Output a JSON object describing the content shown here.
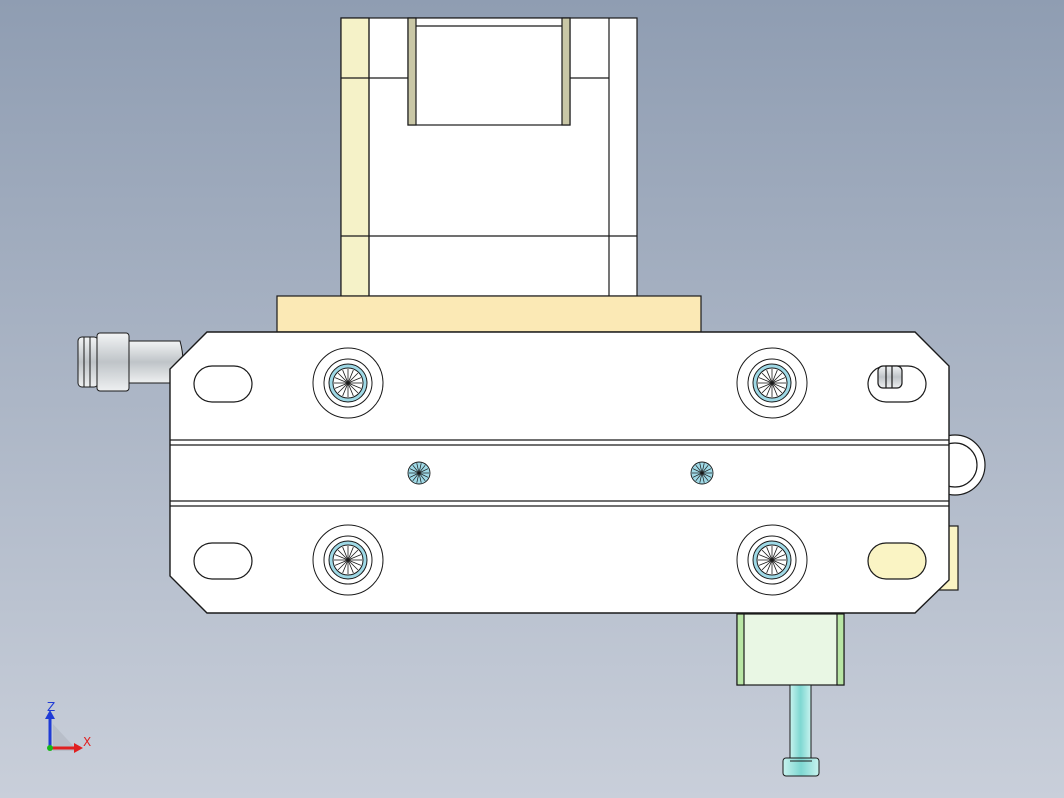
{
  "view": {
    "background_top": "#8F9DB2",
    "background_bottom": "#C9CFDA"
  },
  "colors": {
    "outline": "#1A1A1A",
    "plate": "#FFFFFF",
    "motor_body": "#FFFFFF",
    "motor_shade": "#F5F2C8",
    "flange": "#FBE9B5",
    "slot_accent": "#FAF4C4",
    "hex_socket": "#9FD9E6",
    "fitting": "#C8CCCF",
    "bracket": "#E9F7E4",
    "bracket_edge": "#B9E6A5",
    "screw": "#9EE3DE"
  },
  "triad": {
    "z_label": "Z",
    "x_label": "X",
    "z_color": "#1F3BD6",
    "x_color": "#E02020",
    "origin_color": "#18B818"
  },
  "components": [
    "stepper-motor",
    "motor-flange",
    "slide-base-plate",
    "center-rail",
    "counterbored-screw",
    "pneumatic-fitting",
    "limit-bracket",
    "stop-screw"
  ]
}
